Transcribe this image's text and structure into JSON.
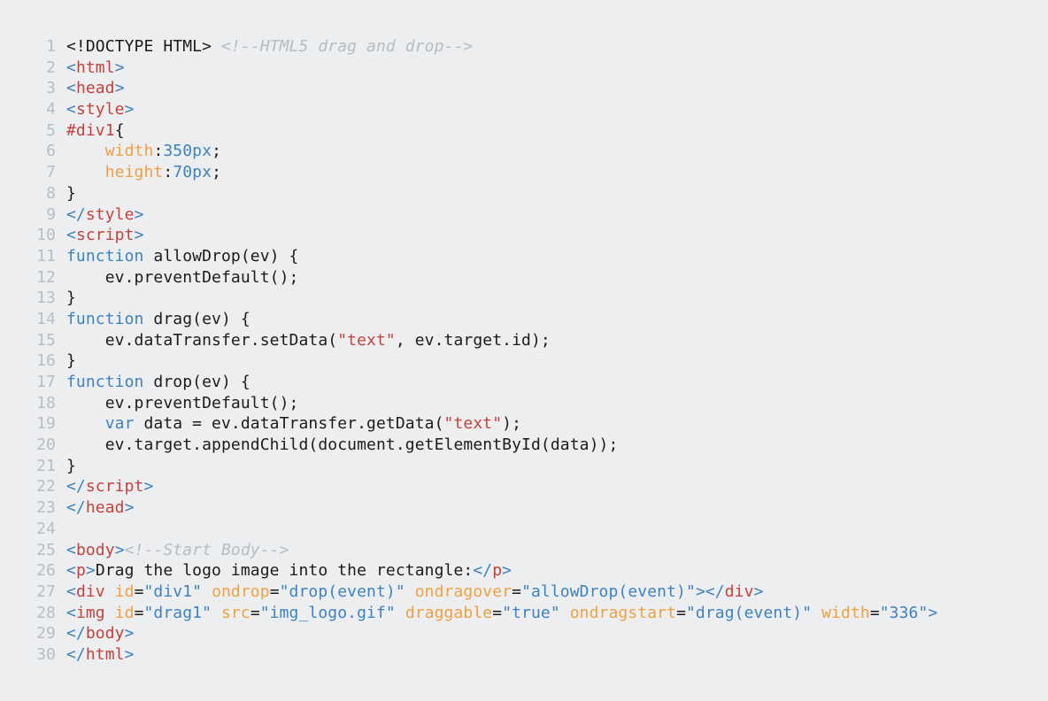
{
  "editor": {
    "background": "#eceef0",
    "colors": {
      "line_number": "#b9bdc1",
      "plain": "#1b1b1b",
      "bracket": "#3d82c4",
      "tag": "#c8403a",
      "attribute": "#f0a040",
      "attribute_value": "#3d82c4",
      "keyword": "#3d82c4",
      "string": "#c8403a",
      "number": "#3d82c4",
      "css_property": "#f0a040",
      "comment": "#b8bcc0"
    },
    "lines": [
      {
        "n": "1",
        "tokens": [
          [
            "plain",
            "<!DOCTYPE HTML> "
          ],
          [
            "com",
            "<!--HTML5 drag and drop-->"
          ]
        ]
      },
      {
        "n": "2",
        "tokens": [
          [
            "br",
            "<"
          ],
          [
            "tag",
            "html"
          ],
          [
            "br",
            ">"
          ]
        ]
      },
      {
        "n": "3",
        "tokens": [
          [
            "br",
            "<"
          ],
          [
            "tag",
            "head"
          ],
          [
            "br",
            ">"
          ]
        ]
      },
      {
        "n": "4",
        "tokens": [
          [
            "br",
            "<"
          ],
          [
            "tag",
            "style"
          ],
          [
            "br",
            ">"
          ]
        ]
      },
      {
        "n": "5",
        "tokens": [
          [
            "tag",
            "#div1"
          ],
          [
            "plain",
            "{"
          ]
        ]
      },
      {
        "n": "6",
        "tokens": [
          [
            "plain",
            "    "
          ],
          [
            "prop",
            "width"
          ],
          [
            "plain",
            ":"
          ],
          [
            "num",
            "350px"
          ],
          [
            "plain",
            ";"
          ]
        ]
      },
      {
        "n": "7",
        "tokens": [
          [
            "plain",
            "    "
          ],
          [
            "prop",
            "height"
          ],
          [
            "plain",
            ":"
          ],
          [
            "num",
            "70px"
          ],
          [
            "plain",
            ";"
          ]
        ]
      },
      {
        "n": "8",
        "tokens": [
          [
            "plain",
            "}"
          ]
        ]
      },
      {
        "n": "9",
        "tokens": [
          [
            "br",
            "</"
          ],
          [
            "tag",
            "style"
          ],
          [
            "br",
            ">"
          ]
        ]
      },
      {
        "n": "10",
        "tokens": [
          [
            "br",
            "<"
          ],
          [
            "tag",
            "script"
          ],
          [
            "br",
            ">"
          ]
        ]
      },
      {
        "n": "11",
        "tokens": [
          [
            "kw",
            "function"
          ],
          [
            "plain",
            " allowDrop(ev) {"
          ]
        ]
      },
      {
        "n": "12",
        "tokens": [
          [
            "plain",
            "    ev.preventDefault();"
          ]
        ]
      },
      {
        "n": "13",
        "tokens": [
          [
            "plain",
            "}"
          ]
        ]
      },
      {
        "n": "14",
        "tokens": [
          [
            "kw",
            "function"
          ],
          [
            "plain",
            " drag(ev) {"
          ]
        ]
      },
      {
        "n": "15",
        "tokens": [
          [
            "plain",
            "    ev.dataTransfer.setData("
          ],
          [
            "str",
            "\"text\""
          ],
          [
            "plain",
            ", ev.target.id);"
          ]
        ]
      },
      {
        "n": "16",
        "tokens": [
          [
            "plain",
            "}"
          ]
        ]
      },
      {
        "n": "17",
        "tokens": [
          [
            "kw",
            "function"
          ],
          [
            "plain",
            " drop(ev) {"
          ]
        ]
      },
      {
        "n": "18",
        "tokens": [
          [
            "plain",
            "    ev.preventDefault();"
          ]
        ]
      },
      {
        "n": "19",
        "tokens": [
          [
            "plain",
            "    "
          ],
          [
            "kw",
            "var"
          ],
          [
            "plain",
            " data = ev.dataTransfer.getData("
          ],
          [
            "str",
            "\"text\""
          ],
          [
            "plain",
            ");"
          ]
        ]
      },
      {
        "n": "20",
        "tokens": [
          [
            "plain",
            "    ev.target.appendChild(document.getElementById(data));"
          ]
        ]
      },
      {
        "n": "21",
        "tokens": [
          [
            "plain",
            "}"
          ]
        ]
      },
      {
        "n": "22",
        "tokens": [
          [
            "br",
            "</"
          ],
          [
            "tag",
            "script"
          ],
          [
            "br",
            ">"
          ]
        ]
      },
      {
        "n": "23",
        "tokens": [
          [
            "br",
            "</"
          ],
          [
            "tag",
            "head"
          ],
          [
            "br",
            ">"
          ]
        ]
      },
      {
        "n": "24",
        "tokens": []
      },
      {
        "n": "25",
        "tokens": [
          [
            "br",
            "<"
          ],
          [
            "tag",
            "body"
          ],
          [
            "br",
            ">"
          ],
          [
            "com",
            "<!--Start Body-->"
          ]
        ]
      },
      {
        "n": "26",
        "tokens": [
          [
            "br",
            "<"
          ],
          [
            "tag",
            "p"
          ],
          [
            "br",
            ">"
          ],
          [
            "plain",
            "Drag the logo image into the rectangle:"
          ],
          [
            "br",
            "</"
          ],
          [
            "tag",
            "p"
          ],
          [
            "br",
            ">"
          ]
        ]
      },
      {
        "n": "27",
        "tokens": [
          [
            "br",
            "<"
          ],
          [
            "tag",
            "div"
          ],
          [
            "plain",
            " "
          ],
          [
            "attr",
            "id"
          ],
          [
            "plain",
            "="
          ],
          [
            "val",
            "\"div1\""
          ],
          [
            "plain",
            " "
          ],
          [
            "attr",
            "ondrop"
          ],
          [
            "plain",
            "="
          ],
          [
            "val",
            "\"drop(event)\""
          ],
          [
            "plain",
            " "
          ],
          [
            "attr",
            "ondragover"
          ],
          [
            "plain",
            "="
          ],
          [
            "val",
            "\"allowDrop(event)\""
          ],
          [
            "br",
            "></"
          ],
          [
            "tag",
            "div"
          ],
          [
            "br",
            ">"
          ]
        ]
      },
      {
        "n": "28",
        "tokens": [
          [
            "br",
            "<"
          ],
          [
            "tag",
            "img"
          ],
          [
            "plain",
            " "
          ],
          [
            "attr",
            "id"
          ],
          [
            "plain",
            "="
          ],
          [
            "val",
            "\"drag1\""
          ],
          [
            "plain",
            " "
          ],
          [
            "attr",
            "src"
          ],
          [
            "plain",
            "="
          ],
          [
            "val",
            "\"img_logo.gif\""
          ],
          [
            "plain",
            " "
          ],
          [
            "attr",
            "draggable"
          ],
          [
            "plain",
            "="
          ],
          [
            "val",
            "\"true\""
          ],
          [
            "plain",
            " "
          ],
          [
            "attr",
            "ondragstart"
          ],
          [
            "plain",
            "="
          ],
          [
            "val",
            "\"drag(event)\""
          ],
          [
            "plain",
            " "
          ],
          [
            "attr",
            "width"
          ],
          [
            "plain",
            "="
          ],
          [
            "val",
            "\"336\""
          ],
          [
            "br",
            ">"
          ]
        ]
      },
      {
        "n": "29",
        "tokens": [
          [
            "br",
            "</"
          ],
          [
            "tag",
            "body"
          ],
          [
            "br",
            ">"
          ]
        ]
      },
      {
        "n": "30",
        "tokens": [
          [
            "br",
            "</"
          ],
          [
            "tag",
            "html"
          ],
          [
            "br",
            ">"
          ]
        ]
      }
    ]
  }
}
